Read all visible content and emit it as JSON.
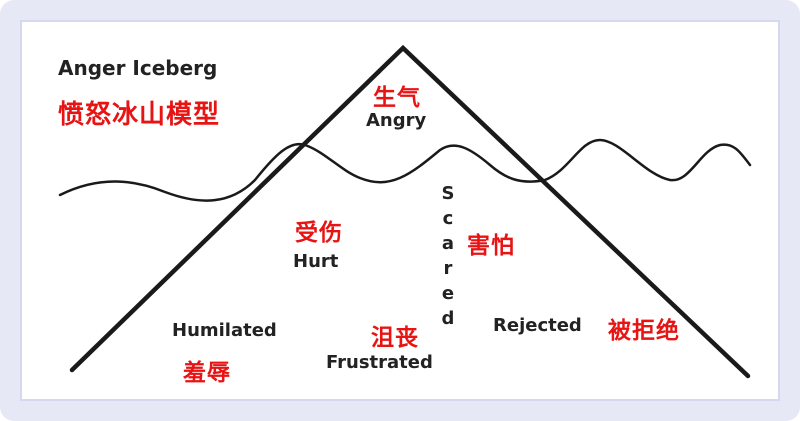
{
  "title": {
    "en": "Anger Iceberg",
    "zh": "愤怒冰山模型"
  },
  "labels": {
    "angry": {
      "en": "Angry",
      "zh": "生气"
    },
    "hurt": {
      "en": "Hurt",
      "zh": "受伤"
    },
    "scared": {
      "en": "Scared",
      "zh": "害怕"
    },
    "humiliated": {
      "en": "Humilated",
      "zh": "羞辱"
    },
    "frustrated": {
      "en": "Frustrated",
      "zh": "沮丧"
    },
    "rejected": {
      "en": "Rejected",
      "zh": "被拒绝"
    }
  },
  "colors": {
    "english_text": "#222222",
    "chinese_text": "#e81414",
    "lines": "#1a1a1a",
    "frame": "#e6e8f6"
  }
}
